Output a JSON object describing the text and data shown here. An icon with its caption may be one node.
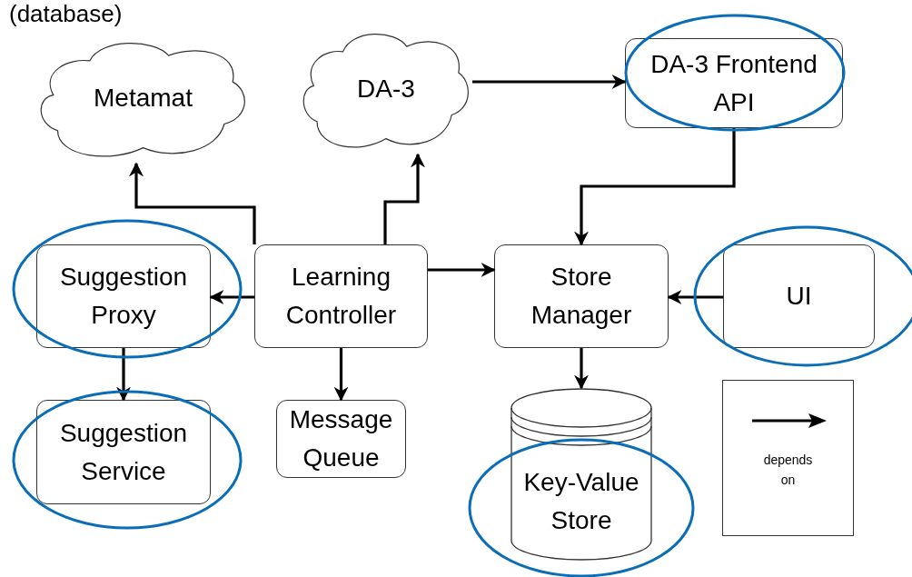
{
  "diagram": {
    "nodes": [
      {
        "text": [
          "Metamat"
        ]
      },
      {
        "text": [
          "DA-3"
        ]
      },
      {
        "text": [
          "DA-3 Frontend API"
        ]
      },
      {
        "text": [
          "Suggestion Proxy"
        ]
      },
      {
        "text": [
          "Learning Controller"
        ]
      },
      {
        "text": [
          "Store Manager"
        ]
      },
      {
        "text": [
          "UI"
        ]
      },
      {
        "text": [
          "Suggestion Service"
        ]
      },
      {
        "text": [
          "Message Queue"
        ]
      },
      {
        "text": [
          "Key-Value Store"
        ]
      }
    ],
    "edges": [
      {
        "from": 4,
        "to": 0,
        "arrow": "to"
      },
      {
        "from": 4,
        "to": 1,
        "arrow": "to"
      },
      {
        "from": 1,
        "to": 2,
        "arrow": "to"
      },
      {
        "from": 2,
        "to": 5,
        "arrow": "to"
      },
      {
        "from": 4,
        "to": 3,
        "arrow": "to"
      },
      {
        "from": 4,
        "to": 5,
        "arrow": "to"
      },
      {
        "from": 6,
        "to": 5,
        "arrow": "to"
      },
      {
        "from": 3,
        "to": 7,
        "arrow": "to"
      },
      {
        "from": 4,
        "to": 8,
        "arrow": "to"
      },
      {
        "from": 5,
        "to": 9,
        "arrow": "to"
      }
    ],
    "labels": [
      "(database)"
    ],
    "legend": [
      {
        "text": "depends on"
      }
    ]
  }
}
